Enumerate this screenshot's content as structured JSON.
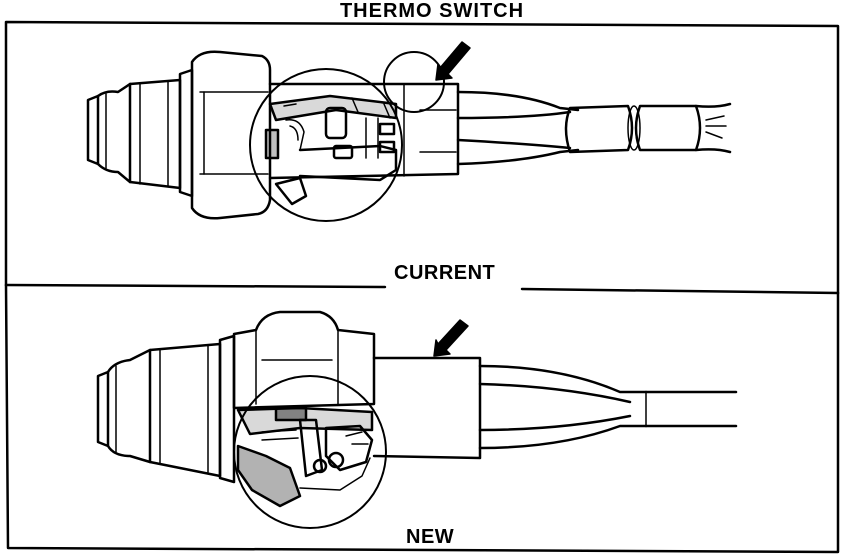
{
  "title": "THERMO SWITCH",
  "panels": [
    {
      "label": "CURRENT"
    },
    {
      "label": "NEW"
    }
  ],
  "icons": [
    "arrow-icon",
    "arrow-icon"
  ]
}
